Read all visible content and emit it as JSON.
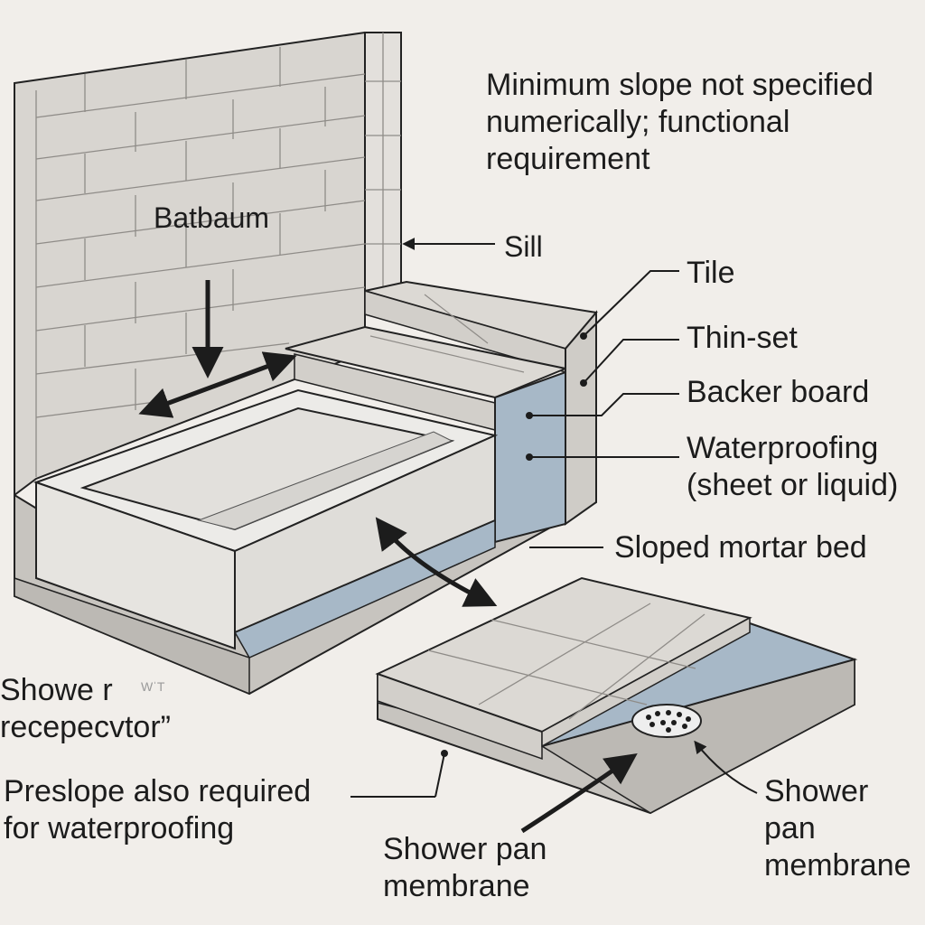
{
  "labels": {
    "slope_note": "Minimum slope not specified\nnumerically; functional\nrequirement",
    "batbaum": "Batbaum",
    "sill": "Sill",
    "tile": "Tile",
    "thin_set": "Thin-set",
    "backer_board": "Backer board",
    "waterproofing": "Waterproofing\n(sheet or liquid)",
    "sloped_mortar_bed": "Sloped mortar bed",
    "shower_receptor": "Showe r\nrecepecvtor”",
    "preslope": "Preslope also required\nfor waterproofing",
    "shower_pan_membrane_left": "Shower pan\nmembrane",
    "shower_pan_membrane_right": "Shower\npan\nmembrane",
    "faint_mark": "WˈT"
  },
  "colors": {
    "background": "#f1eeea",
    "wall": "#d8d5d0",
    "tile": "#dcd9d4",
    "mortar": "#c7c4bf",
    "membrane": "#a7b8c7",
    "outline": "#222222"
  }
}
